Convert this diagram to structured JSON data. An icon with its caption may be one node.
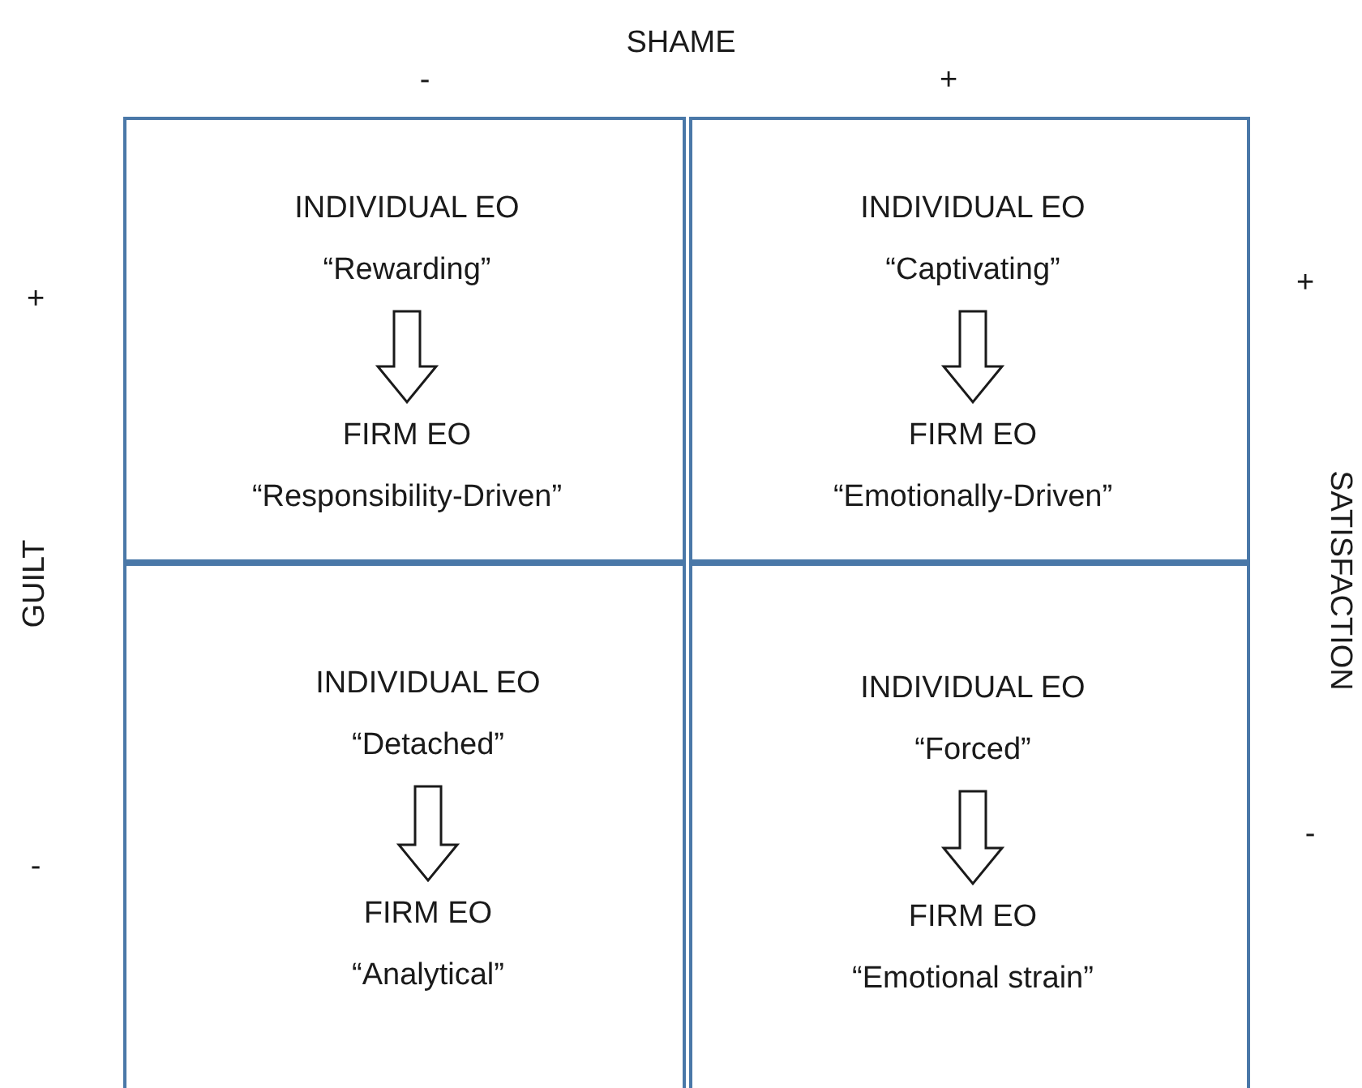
{
  "diagram": {
    "nodes": [
      {
        "text": [],
        "shape": "box"
      },
      {
        "text": [
          "INDIVIDUAL EO",
          "“Rewarding”"
        ],
        "in": 0
      },
      {
        "text": [
          "FIRM EO",
          "“Responsibility-Driven”"
        ],
        "in": 0
      },
      {
        "text": [],
        "shape": "box"
      },
      {
        "text": [
          "INDIVIDUAL EO",
          "“Captivating”"
        ],
        "in": 3
      },
      {
        "text": [
          "FIRM EO",
          "“Emotionally-Driven”"
        ],
        "in": 3
      },
      {
        "text": [],
        "shape": "box"
      },
      {
        "text": [
          "INDIVIDUAL EO",
          "“Detached”"
        ],
        "in": 6
      },
      {
        "text": [
          "FIRM EO",
          "“Analytical”"
        ],
        "in": 6
      },
      {
        "text": [],
        "shape": "box"
      },
      {
        "text": [
          "INDIVIDUAL EO",
          "“Forced”"
        ],
        "in": 9
      },
      {
        "text": [
          "FIRM EO",
          "“Emotional strain”"
        ],
        "in": 9
      }
    ],
    "edges": [
      {
        "from": 1,
        "to": 2,
        "arrow": "to"
      },
      {
        "from": 4,
        "to": 5,
        "arrow": "to"
      },
      {
        "from": 7,
        "to": 8,
        "arrow": "to"
      },
      {
        "from": 10,
        "to": 11,
        "arrow": "to"
      }
    ],
    "labels": [
      "SHAME",
      "-",
      "+",
      "+",
      "+",
      "GUILT",
      "SATISFACTION",
      "-",
      "-"
    ]
  }
}
